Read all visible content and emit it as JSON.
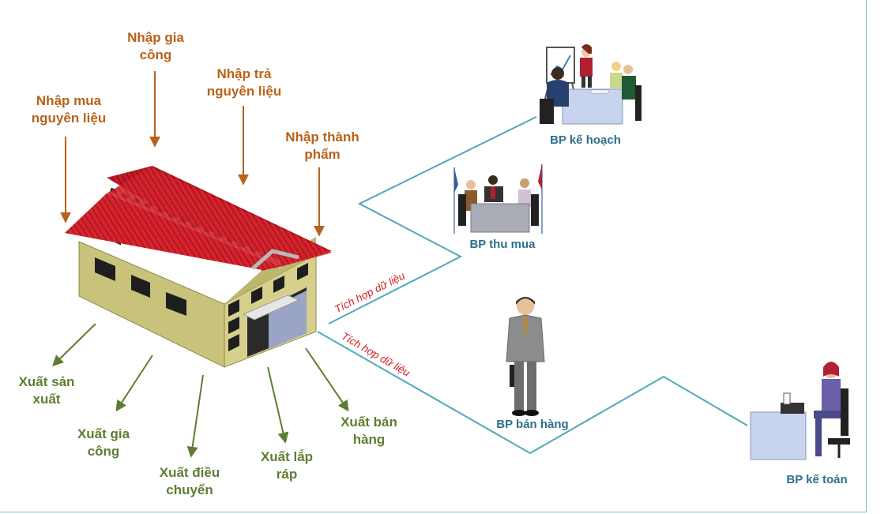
{
  "inputs": {
    "nhap_mua": "Nhập mua\nnguyên liệu",
    "nhap_gia_cong": "Nhập gia\ncông",
    "nhap_tra": "Nhập trả\nnguyên liệu",
    "nhap_thanh_pham": "Nhập thành\nphẩm"
  },
  "outputs": {
    "xuat_san_xuat": "Xuất sản\nxuất",
    "xuat_gia_cong": "Xuất gia\ncông",
    "xuat_dieu_chuyen": "Xuất điều\nchuyển",
    "xuat_lap_rap": "Xuất lắp\nráp",
    "xuat_ban_hang": "Xuất bán\nhàng"
  },
  "departments": {
    "ke_hoach": "BP kế hoạch",
    "thu_mua": "BP thu mua",
    "ban_hang": "BP bán hàng",
    "ke_toan": "BP kế toán"
  },
  "connectors": {
    "upper": "Tích hợp dữ liệu",
    "lower": "Tích hợp dữ liệu"
  },
  "colors": {
    "input_text": "#b8621a",
    "output_text": "#5e7d32",
    "department_text": "#2f6f8c",
    "connector_line": "#4fa9b8",
    "connector_text": "#d81e27",
    "roof": "#d8242f",
    "wall": "#c9c27a"
  }
}
